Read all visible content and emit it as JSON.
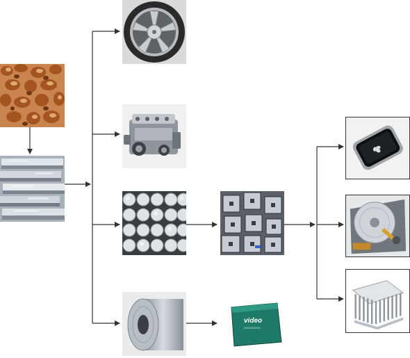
{
  "diagram": {
    "nodes": [
      {
        "id": "bauxite-ore",
        "icon": "bauxite-ore-image"
      },
      {
        "id": "aluminum-ingots",
        "icon": "aluminum-ingot-stack-image"
      },
      {
        "id": "alloy-wheel",
        "icon": "alloy-wheel-image"
      },
      {
        "id": "engine-block",
        "icon": "car-engine-image"
      },
      {
        "id": "aluminum-billets",
        "icon": "aluminum-billet-bundle-image"
      },
      {
        "id": "aluminum-coil",
        "icon": "aluminum-sheet-coil-image"
      },
      {
        "id": "extrusion-profiles",
        "icon": "aluminum-extrusion-profile-image"
      },
      {
        "id": "device-case",
        "icon": "video-device-enclosure-image"
      },
      {
        "id": "phone-bumper",
        "icon": "phone-bumper-frame-image"
      },
      {
        "id": "hard-drive",
        "icon": "hard-disk-drive-image"
      },
      {
        "id": "heatsink",
        "icon": "finned-heatsink-image"
      }
    ],
    "edges": [
      [
        "bauxite-ore",
        "aluminum-ingots"
      ],
      [
        "aluminum-ingots",
        "alloy-wheel"
      ],
      [
        "aluminum-ingots",
        "engine-block"
      ],
      [
        "aluminum-ingots",
        "aluminum-billets"
      ],
      [
        "aluminum-ingots",
        "aluminum-coil"
      ],
      [
        "aluminum-billets",
        "extrusion-profiles"
      ],
      [
        "aluminum-coil",
        "device-case"
      ],
      [
        "extrusion-profiles",
        "phone-bumper"
      ],
      [
        "extrusion-profiles",
        "hard-drive"
      ],
      [
        "extrusion-profiles",
        "heatsink"
      ]
    ],
    "device_case_label": {
      "line1": "video",
      "line2": "XXXXXXXXX"
    },
    "colors": {
      "connector": "#333333",
      "bauxite": "#b5652f",
      "aluminum": "#b9c0c6",
      "device_green": "#1e7a66"
    }
  }
}
